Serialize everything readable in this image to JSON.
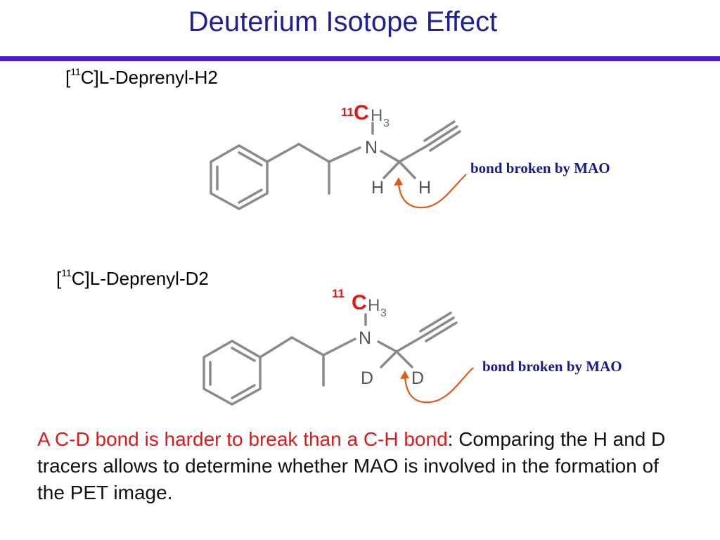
{
  "slide": {
    "title": "Deuterium Isotope Effect",
    "molecule1": {
      "label_open": "[",
      "label_isotope": "11",
      "label_rest": "C]L-Deprenyl-H2",
      "isotope_mass": "11",
      "isotope_element": "C",
      "methyl_h": "H",
      "methyl_sub": "3",
      "nitrogen": "N",
      "left_atom": "H",
      "right_atom": "H",
      "annotation": "bond broken by MAO"
    },
    "molecule2": {
      "label_open": "[",
      "label_isotope": "11",
      "label_rest": "C]L-Deprenyl-D2",
      "isotope_mass": "11",
      "isotope_element": "C",
      "methyl_h": "H",
      "methyl_sub": "3",
      "nitrogen": "N",
      "left_atom": "D",
      "right_atom": "D",
      "annotation": "bond broken by MAO"
    },
    "explanation_red": "A C-D bond is harder to break than a C-H bond",
    "explanation_black": ":  Comparing the H and D tracers allows to determine whether MAO is involved in the formation of the PET image."
  },
  "colors": {
    "title": "#1f1f9a",
    "rule": "#4a1ad8",
    "isotope_red": "#e01818",
    "arrow": "#e05a1a",
    "annotation": "#1a1a8c"
  }
}
